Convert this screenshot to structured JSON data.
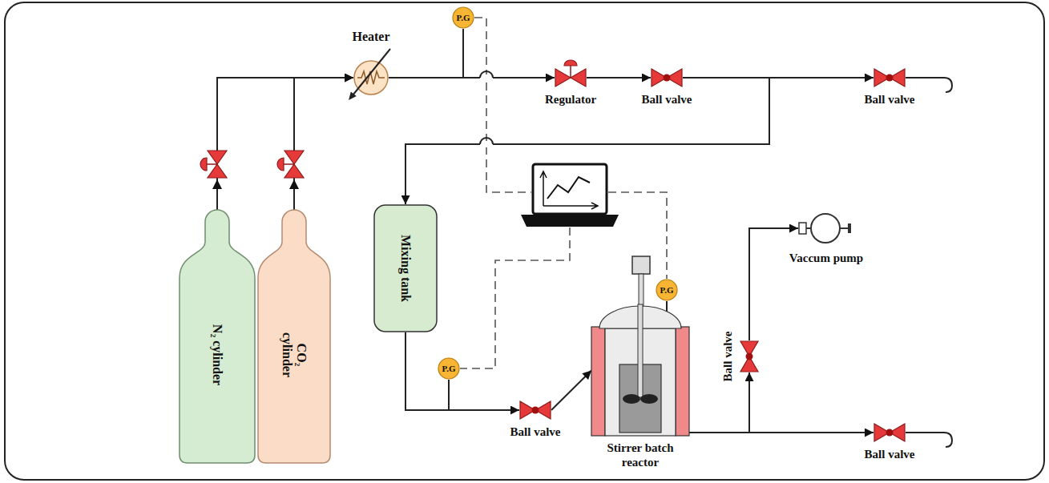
{
  "diagram": {
    "nodes": [
      {
        "text": [
          "Heater"
        ]
      },
      {
        "text": [
          "P.G"
        ]
      },
      {
        "text": [
          "Regulator"
        ]
      },
      {
        "text": [
          "Ball valve"
        ]
      },
      {
        "text": [
          "Ball valve"
        ]
      },
      {
        "text": [
          "N₂ cylinder"
        ]
      },
      {
        "text": [
          "CO₂ cylinder"
        ]
      },
      {
        "text": [
          "Mixing tank"
        ]
      },
      {
        "text": [
          "P.G"
        ]
      },
      {
        "text": [
          "Ball valve"
        ]
      },
      {
        "text": [
          "Stirrer batch reactor"
        ]
      },
      {
        "text": [
          "P.G"
        ]
      },
      {
        "text": [
          "Vaccum pump"
        ]
      },
      {
        "text": [
          "Ball valve"
        ]
      },
      {
        "text": [
          "Ball valve"
        ]
      }
    ],
    "edges": [
      {
        "from": 5,
        "to": 0,
        "arrow": "to"
      },
      {
        "from": 6,
        "to": 0,
        "arrow": "to"
      },
      {
        "from": 0,
        "to": 2,
        "arrow": "to"
      },
      {
        "from": 2,
        "to": 3,
        "arrow": "to"
      },
      {
        "from": 3,
        "to": 4,
        "arrow": "to"
      },
      {
        "from": 3,
        "to": 7,
        "arrow": "to"
      },
      {
        "from": 7,
        "to": 9,
        "arrow": "to"
      },
      {
        "from": 9,
        "to": 10,
        "arrow": "to"
      },
      {
        "from": 10,
        "to": 13,
        "arrow": "to"
      },
      {
        "from": 13,
        "to": 12,
        "arrow": "to"
      },
      {
        "from": 10,
        "to": 14,
        "arrow": "to"
      }
    ]
  }
}
